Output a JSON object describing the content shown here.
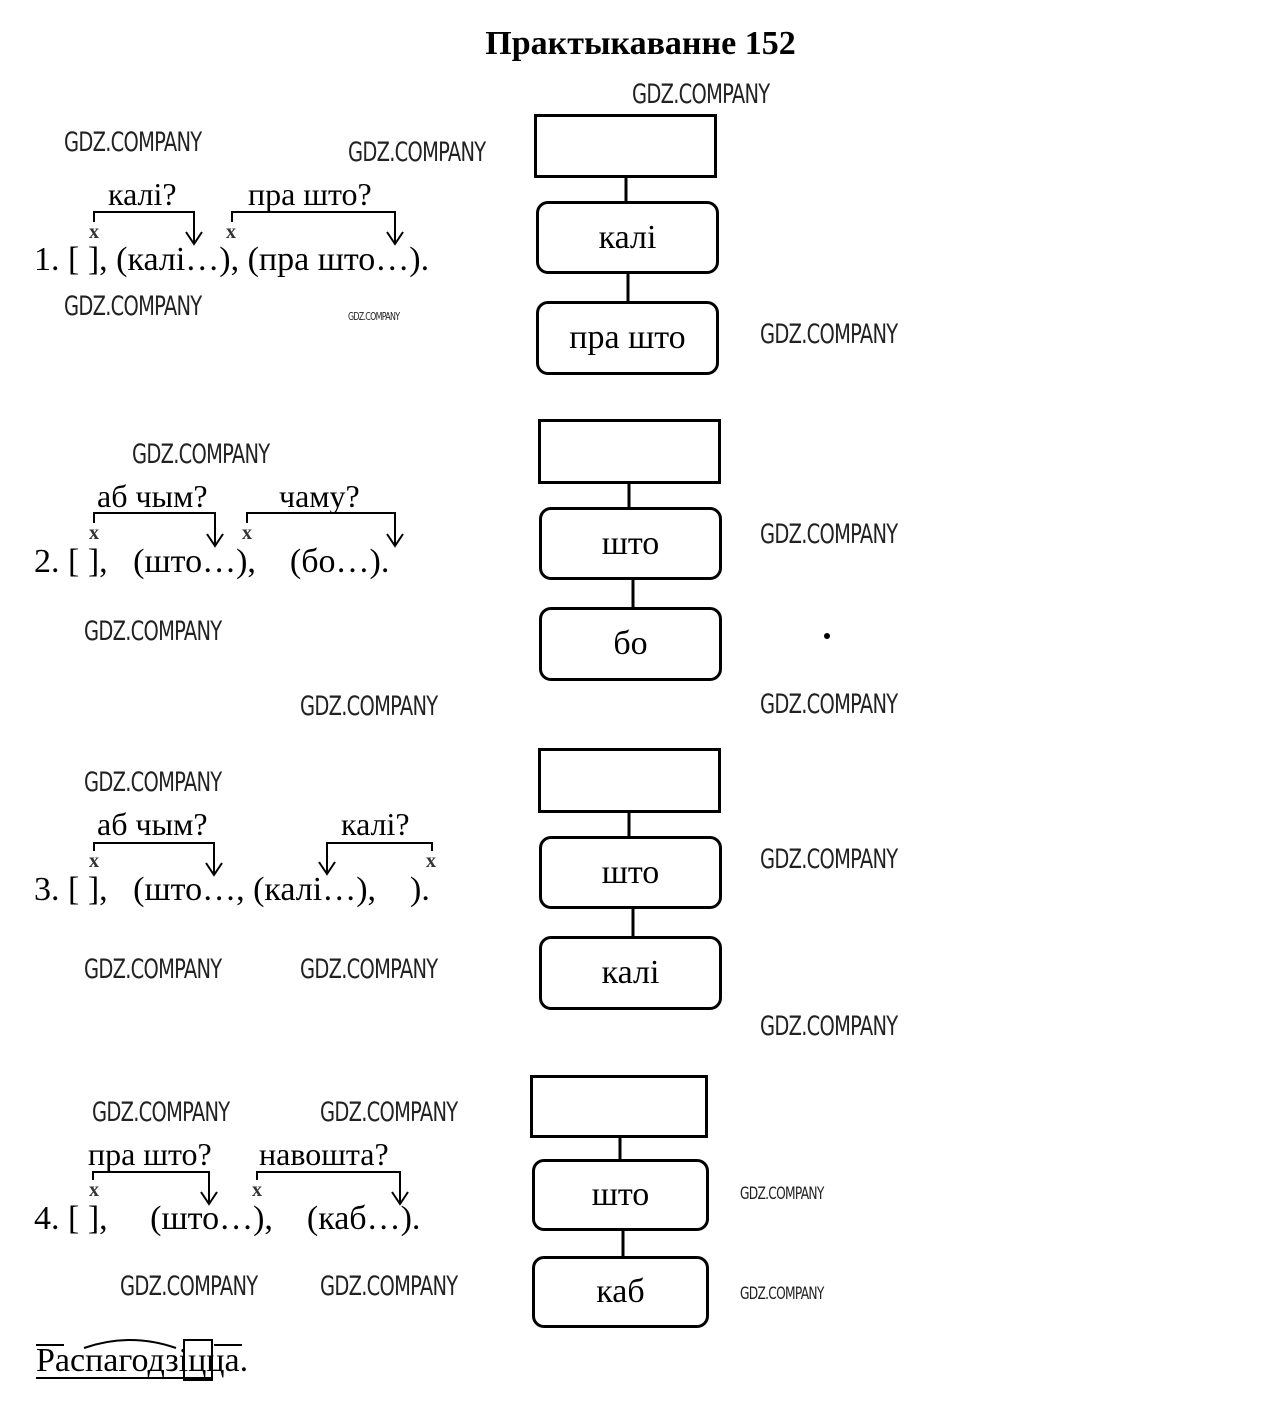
{
  "title": "Практыкаванне 152",
  "watermark": "GDZ.COMPANY",
  "items": [
    {
      "number": "1.",
      "questions": [
        "калі?",
        "пра што?"
      ],
      "sentence": "1. [ ], (калі…), (пра што…).",
      "parts": {
        "main": "1. [",
        "p1": " ], (калі…), (пра што…)."
      },
      "scheme": {
        "top": "",
        "boxes": [
          "калі",
          "пра што"
        ]
      }
    },
    {
      "number": "2.",
      "questions": [
        "аб чым?",
        "чаму?"
      ],
      "sentence": "2. [ ],   (што…),   (бо…).",
      "parts": {
        "main": "2. [",
        "p1": " ],   (што…),    (бо…)."
      },
      "scheme": {
        "top": "",
        "boxes": [
          "што",
          "бо"
        ]
      }
    },
    {
      "number": "3.",
      "questions": [
        "аб чым?",
        "калі?"
      ],
      "sentence": "3. [ ],   (што…, (калі…), ).",
      "parts": {
        "main": "3. [",
        "p1": " ],   (што…, (калі…),    )."
      },
      "scheme": {
        "top": "",
        "boxes": [
          "што",
          "калі"
        ]
      }
    },
    {
      "number": "4.",
      "questions": [
        "пра што?",
        "навошта?"
      ],
      "sentence": "4. [ ],   (што…),   (каб…).",
      "parts": {
        "main": "4. [",
        "p1": " ],     (што…),    (каб…)."
      },
      "scheme": {
        "top": "",
        "boxes": [
          "што",
          "каб"
        ]
      }
    }
  ],
  "predicate_marker": "x",
  "word_parse": "Распагодзіцца."
}
